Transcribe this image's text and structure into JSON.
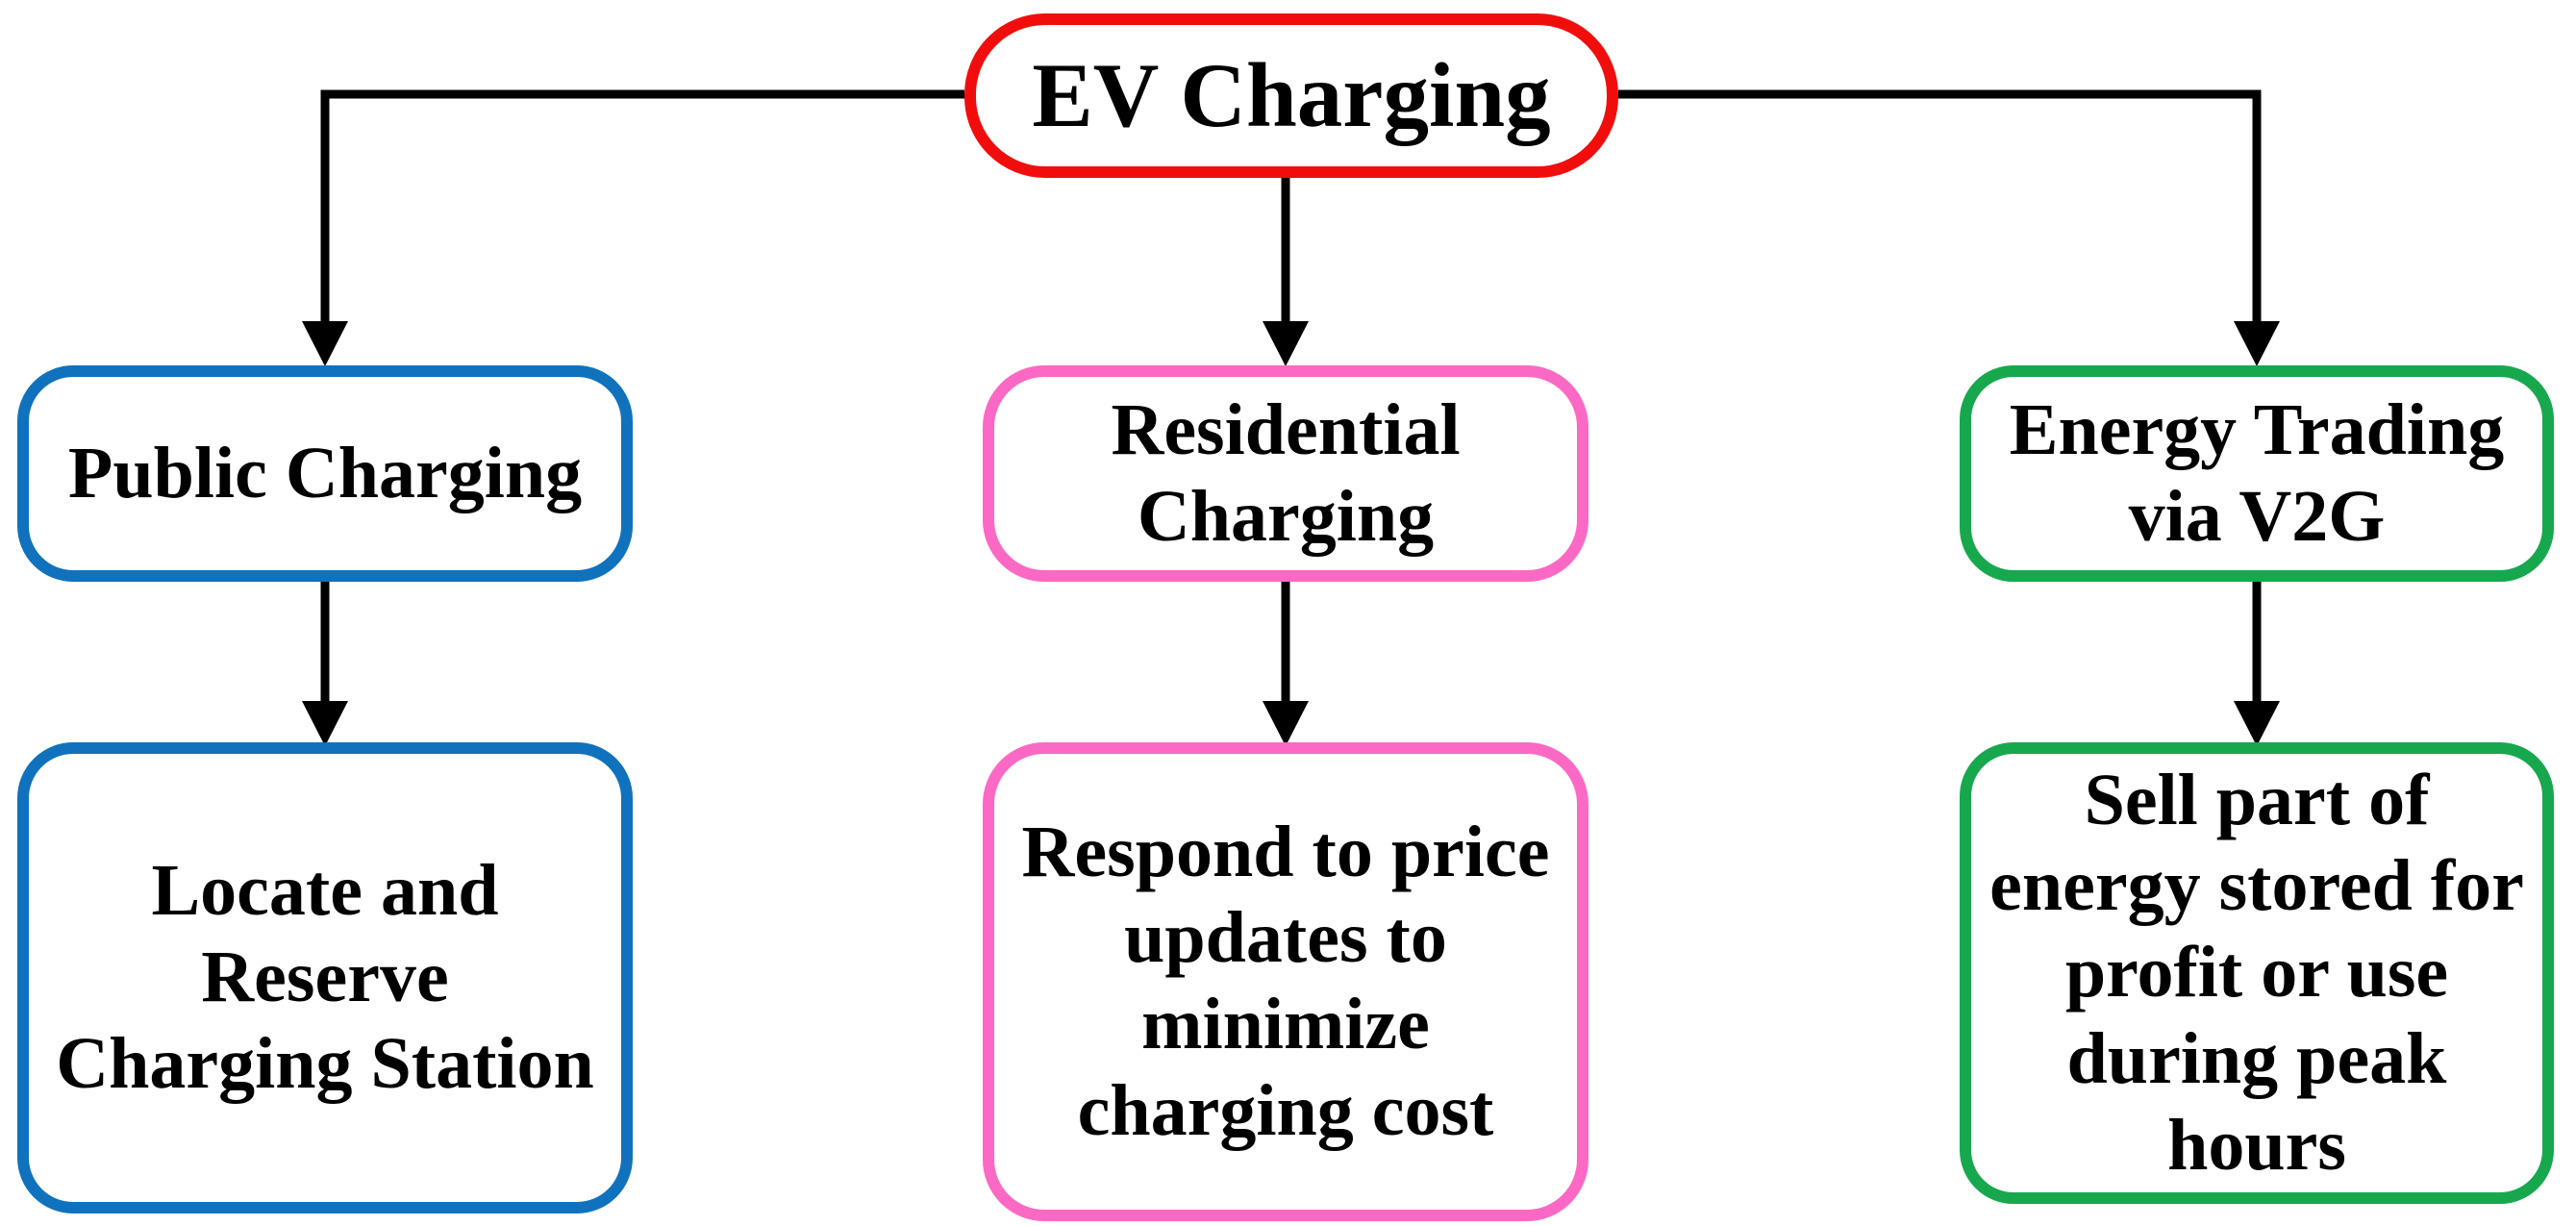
{
  "diagram": {
    "colors": {
      "root_border": "#F20D0D",
      "public_border": "#1072BD",
      "residential_border": "#FC69C4",
      "v2g_border": "#17A84E",
      "connector": "#000000",
      "text": "#000000",
      "background": "#FFFFFF"
    },
    "root": {
      "label": "EV Charging"
    },
    "branches": {
      "public": {
        "title": "Public Charging",
        "detail": "Locate and\nReserve\nCharging Station"
      },
      "residential": {
        "title": "Residential\nCharging",
        "detail": "Respond to price\nupdates to\nminimize\ncharging cost"
      },
      "v2g": {
        "title": "Energy Trading\nvia V2G",
        "detail": "Sell part of\nenergy stored for\nprofit or use\nduring peak\nhours"
      }
    }
  }
}
